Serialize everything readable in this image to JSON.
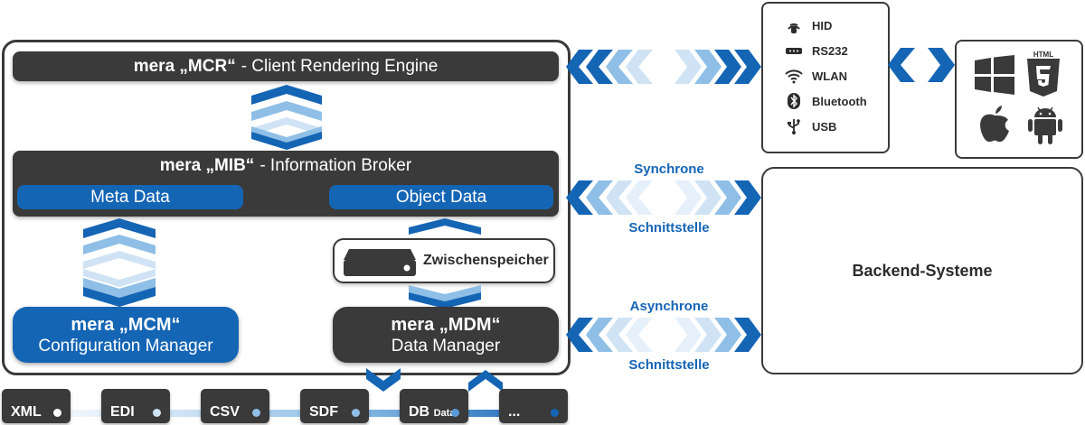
{
  "mcr": {
    "bold": "mera „MCR“",
    "text": "- Client Rendering Engine"
  },
  "mib": {
    "bold": "mera „MIB“",
    "text": "- Information Broker",
    "meta": "Meta Data",
    "object": "Object Data"
  },
  "cache": {
    "label": "Zwischenspeicher"
  },
  "mcm": {
    "title": "mera „MCM“",
    "subtitle": "Configuration Manager"
  },
  "mdm": {
    "title": "mera „MDM“",
    "subtitle": "Data Manager"
  },
  "connectivity": [
    {
      "icon": "nfc-icon",
      "label": "HID"
    },
    {
      "icon": "serial-port-icon",
      "label": "RS232"
    },
    {
      "icon": "wifi-icon",
      "label": "WLAN"
    },
    {
      "icon": "bluetooth-icon",
      "label": "Bluetooth"
    },
    {
      "icon": "usb-icon",
      "label": "USB"
    }
  ],
  "platforms": [
    {
      "icon": "windows-icon"
    },
    {
      "icon": "html5-icon",
      "label": "HTML"
    },
    {
      "icon": "apple-icon"
    },
    {
      "icon": "android-icon"
    }
  ],
  "interfaces": {
    "sync_top": "Synchrone",
    "sync_bottom": "Schnittstelle",
    "async_top": "Asynchrone",
    "async_bottom": "Schnittstelle"
  },
  "backend": {
    "label": "Backend-Systeme"
  },
  "files": [
    {
      "label": "XML"
    },
    {
      "label": "EDI"
    },
    {
      "label": "CSV"
    },
    {
      "label": "SDF"
    },
    {
      "label": "DB",
      "sub": "Data"
    },
    {
      "label": "..."
    }
  ],
  "colors": {
    "dark": "#3a3a3a",
    "blue": "#1565b5",
    "light_blue": "#8fbfe6"
  }
}
